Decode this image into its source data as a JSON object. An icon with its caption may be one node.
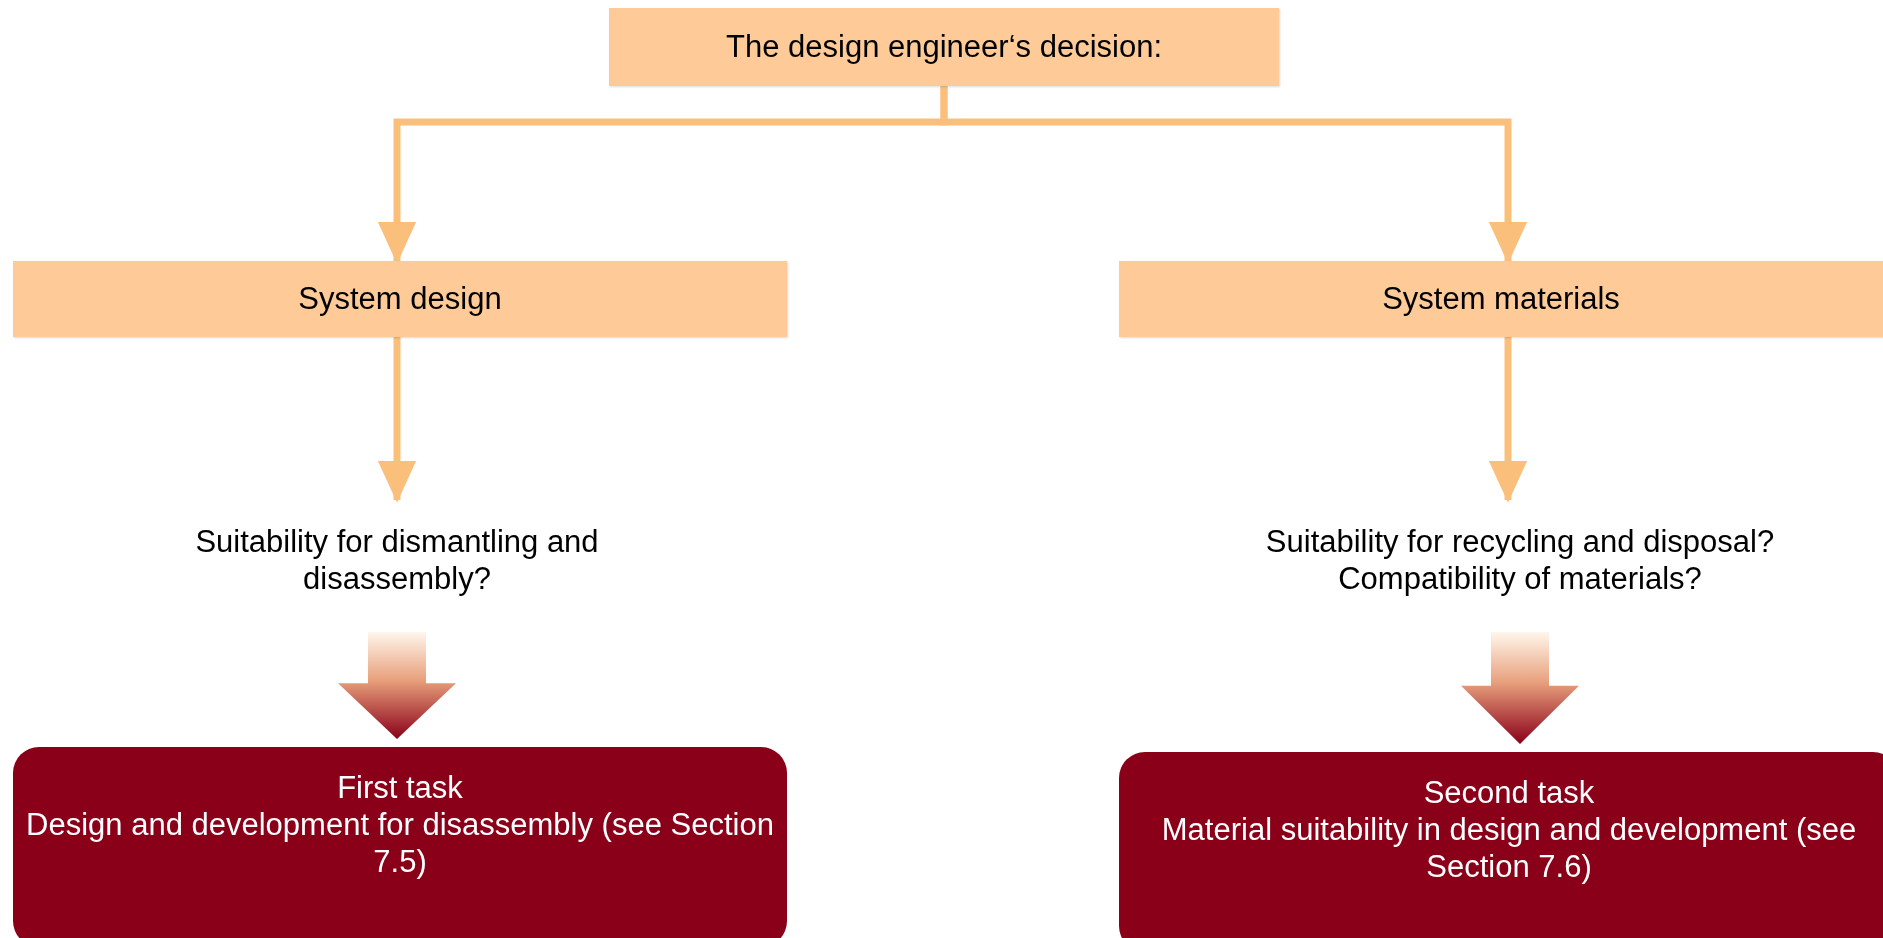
{
  "diagram": {
    "nodes": [
      {
        "text": [
          "The design engineer‘s decision:"
        ]
      },
      {
        "text": [
          "System design"
        ]
      },
      {
        "text": [
          "System materials"
        ]
      },
      {
        "text": [
          "Suitability for dismantling and disassembly?"
        ]
      },
      {
        "text": [
          "Suitability for recycling and disposal? Compatibility of materials?"
        ]
      },
      {
        "text": [
          "First task",
          "Design and development for disassembly (see Section 7.5)"
        ]
      },
      {
        "text": [
          "Second task",
          "Material suitability in design and development (see Section 7.6)"
        ]
      }
    ],
    "edges": [
      {
        "from": 0,
        "to": 1,
        "arrow": "to"
      },
      {
        "from": 0,
        "to": 2,
        "arrow": "to"
      },
      {
        "from": 1,
        "to": 3,
        "arrow": "to"
      },
      {
        "from": 2,
        "to": 4,
        "arrow": "to"
      },
      {
        "from": 3,
        "to": 5,
        "arrow": "to",
        "style": "thick"
      },
      {
        "from": 4,
        "to": 6,
        "arrow": "to",
        "style": "thick"
      }
    ]
  }
}
